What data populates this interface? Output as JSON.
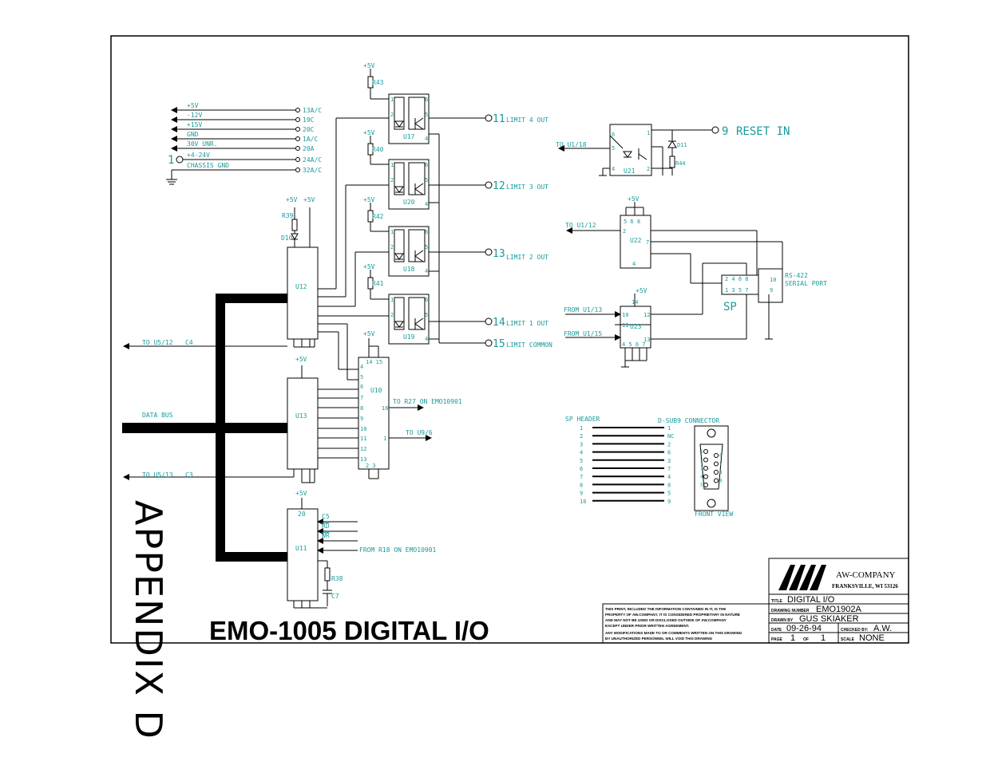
{
  "appendix_label": "APPENDIX D",
  "drawing_title": "EMO-1005 DIGITAL I/O",
  "colors": {
    "line": "#000000",
    "text": "#1a9a9a"
  },
  "power_rails": [
    {
      "name": "+5V",
      "pin": "13A/C"
    },
    {
      "name": "-12V",
      "pin": "19C"
    },
    {
      "name": "+15V",
      "pin": "20C"
    },
    {
      "name": "GND",
      "pin": "1A/C"
    },
    {
      "name": "30V UNR.",
      "pin": "20A"
    },
    {
      "name": "+4-24V",
      "pin": "24A/C"
    },
    {
      "name": "CHASSIS GND",
      "pin": "32A/C"
    }
  ],
  "connector_1": "1",
  "supplies": {
    "p5v": "+5V"
  },
  "resistors": {
    "r43": "R43",
    "r40": "R40",
    "r42": "R42",
    "r41": "R41",
    "r39": "R39",
    "r44": "R44",
    "r38": "R38"
  },
  "parts": {
    "d10": "D10",
    "d11": "D11",
    "c7": "C7",
    "u17": "U17",
    "u20": "U20",
    "u18": "U18",
    "u19": "U19",
    "u12": "U12",
    "u13": "U13",
    "u11": "U11",
    "u10": "U10",
    "u21": "U21",
    "u22": "U22",
    "u23": "U23"
  },
  "outputs": [
    {
      "num": "11",
      "label": "LIMIT 4 OUT"
    },
    {
      "num": "12",
      "label": "LIMIT 3 OUT"
    },
    {
      "num": "13",
      "label": "LIMIT 2 OUT"
    },
    {
      "num": "14",
      "label": "LIMIT 1 OUT"
    },
    {
      "num": "15",
      "label": "LIMIT COMMON"
    }
  ],
  "reset": {
    "num": "9",
    "label": "RESET IN"
  },
  "signals": {
    "to_u1_18": "TO U1/18",
    "to_u1_12": "TO U1/12",
    "from_u1_13": "FROM U1/13",
    "from_u1_15": "FROM U1/15",
    "to_u5_12": "TO U5/12",
    "c4": "C4",
    "to_u5_13": "TO U5/13",
    "c3": "C3",
    "data_bus": "DATA BUS",
    "to_r27": "TO R27 ON EMO10901",
    "to_u9_6": "TO U9/6",
    "c5": "C5",
    "rd": "RD",
    "wr": "WR",
    "from_r18": "FROM R18 ON EMO10901",
    "rs422": "RS-422",
    "serial_port": "SERIAL PORT",
    "sp": "SP"
  },
  "u10_pins": [
    "4",
    "5",
    "6",
    "7",
    "8",
    "9",
    "10",
    "11",
    "12",
    "13"
  ],
  "u10_top": "14 15",
  "u10_bottom": "2   3",
  "u10_out": [
    "16",
    "1"
  ],
  "u11_top": "20",
  "u22_top": "5 6 8",
  "u22_pins": [
    "2",
    "7",
    "4"
  ],
  "u23_top": "14",
  "u23_pins": [
    "10",
    "12",
    "11",
    "13"
  ],
  "u23_bottom": "4 5 6 7",
  "u21_pins": [
    "6",
    "5",
    "4",
    "1",
    "2"
  ],
  "serial_pins": {
    "row1": "2  4  6  8",
    "row2": "1  3  5  7",
    "right1": "10",
    "right2": "9"
  },
  "sp_header": {
    "title": "SP HEADER",
    "dsub_title": "D-SUB9 CONNECTOR",
    "rows": [
      {
        "left": "1",
        "right": "1"
      },
      {
        "left": "2",
        "right": "NC"
      },
      {
        "left": "3",
        "right": "2"
      },
      {
        "left": "4",
        "right": "6"
      },
      {
        "left": "5",
        "right": "3"
      },
      {
        "left": "6",
        "right": "7"
      },
      {
        "left": "7",
        "right": "4"
      },
      {
        "left": "8",
        "right": "8"
      },
      {
        "left": "9",
        "right": "5"
      },
      {
        "left": "10",
        "right": "9"
      }
    ],
    "dsub_pins_left": [
      "1",
      "2",
      "3",
      "4",
      "5"
    ],
    "dsub_pins_right": [
      "6",
      "7",
      "8",
      "9"
    ],
    "front_view": "FRONT VIEW"
  },
  "optocoupler_pins": {
    "tl": "1",
    "bl": "2",
    "tr": "6",
    "mr": "5",
    "br": "4"
  },
  "title_block": {
    "company": "AW-COMPANY",
    "city": "FRANKSVILLE, WI 53126",
    "title_label": "TITLE",
    "title": "DIGITAL I/O",
    "drawing_number_label": "DRAWING NUMBER",
    "drawing_number": "EMO1902A",
    "drawn_by_label": "DRAWN BY",
    "drawn_by": "GUS SKIAKER",
    "date_label": "DATE",
    "date": "09-26-94",
    "checked_label": "CHECKED BY:",
    "checked": "A.W.",
    "page_label": "PAGE",
    "page": "1",
    "of_label": "OF",
    "of": "1",
    "scale_label": "SCALE",
    "scale": "NONE",
    "notice": [
      "THIS PRINT, INCLUDED THE INFORMATION CONTAINED IN IT, IS THE",
      "PROPERTY OF AW.COMPANY. IT IS CONSIDERED PROPRIETARY IN NATURE",
      "AND MAY NOT BE USED OR DISCLOSED OUTSIDE OF AW.COMPANY",
      "EXCEPT UNDER PRIOR WRITTEN AGREEMENT.",
      "ANY MODIFICATIONS MADE TO OR COMMENTS WRITTEN ON THIS DRAWING",
      "BY UNAUTHORIZED PERSONNEL WILL VOID THIS DRAWING"
    ]
  }
}
